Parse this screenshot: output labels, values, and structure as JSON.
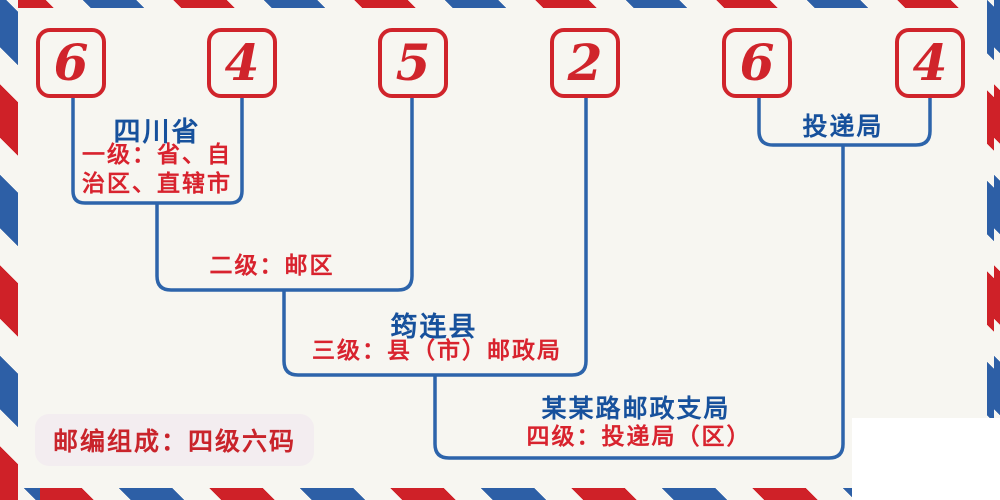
{
  "postal_code": {
    "digits": [
      "6",
      "4",
      "5",
      "2",
      "6",
      "4"
    ]
  },
  "annotations": {
    "province": {
      "name": "四川省",
      "level_desc": "一级：省、自\n治区、直辖市"
    },
    "zone": {
      "level_desc": "二级：邮区"
    },
    "county": {
      "name": "筠连县",
      "level_desc": "三级：县（市）邮政局"
    },
    "delivery_office": {
      "name": "投递局"
    },
    "branch": {
      "name": "某某路邮政支局",
      "level_desc": "四级：投递局（区）"
    }
  },
  "badge": {
    "text": "邮编组成：四级六码"
  },
  "colors": {
    "digit_red": "#d0242b",
    "stripe_red": "#cf2128",
    "stripe_blue": "#2d5fa6",
    "line_blue": "#2d64ab",
    "text_blue": "#17519c",
    "text_red": "#d8232e",
    "background": "#f7f6f1",
    "badge_background": "#f3edf0"
  }
}
